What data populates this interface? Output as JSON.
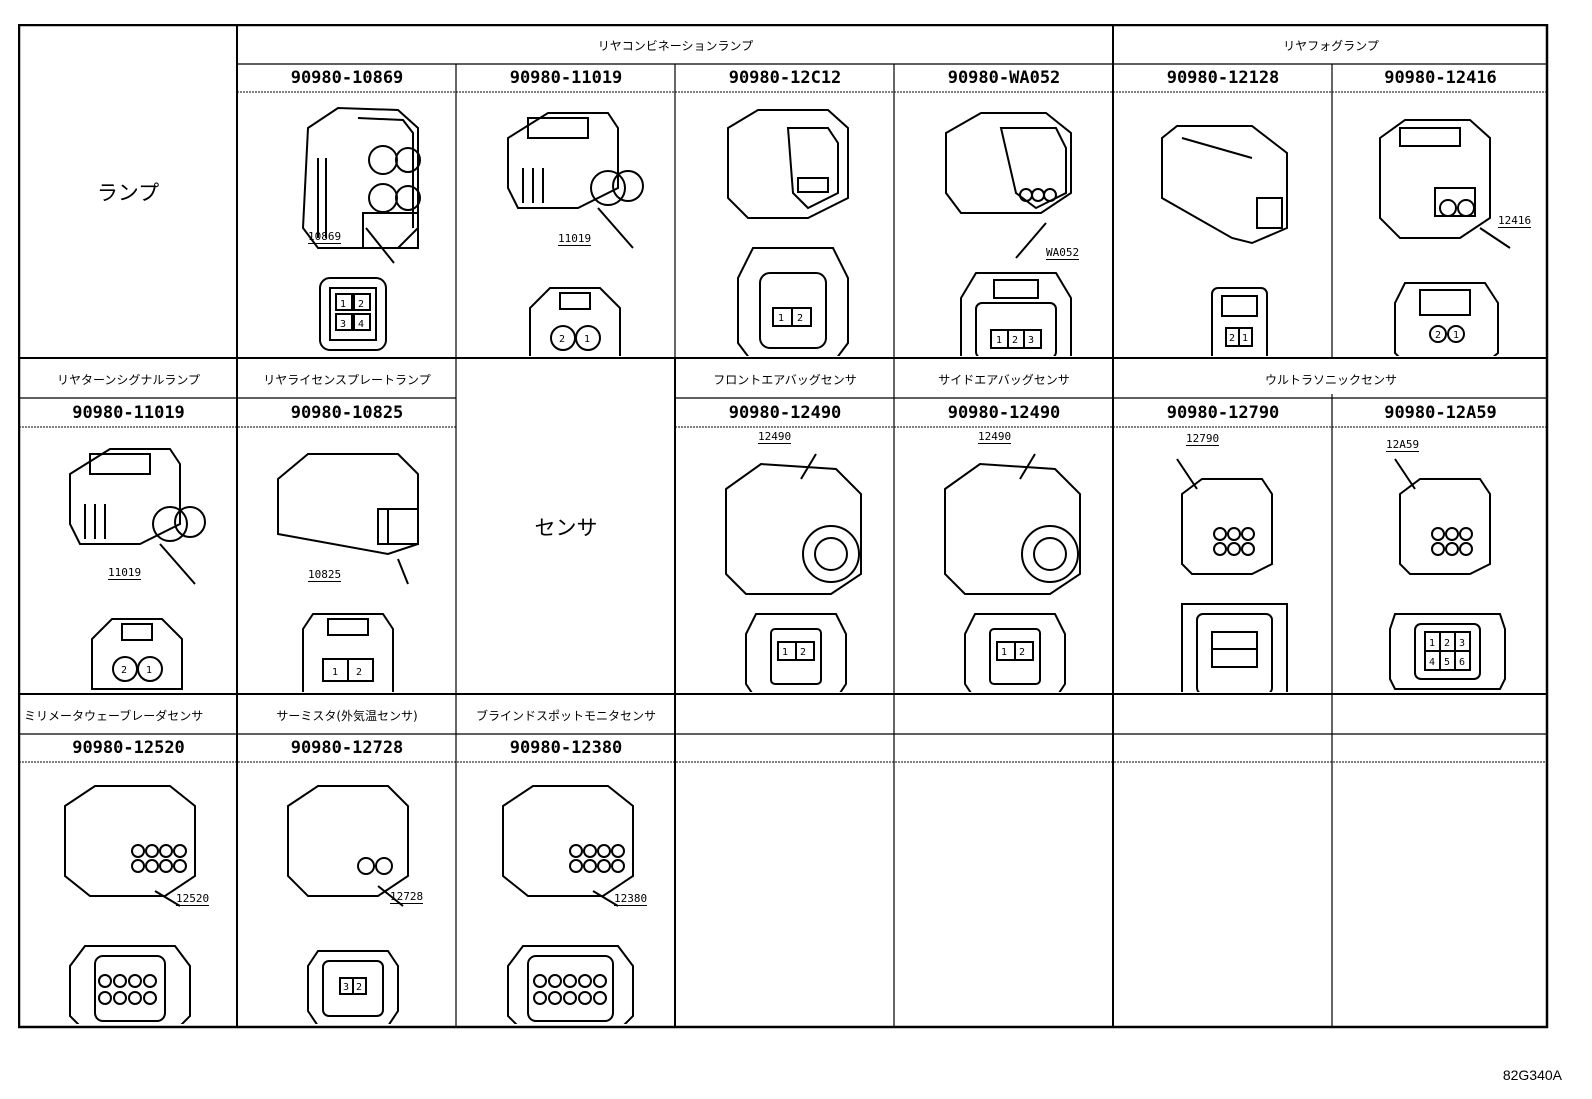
{
  "categories": {
    "lamp": "ランプ",
    "sensor": "センサ"
  },
  "row1": {
    "group_rear_combination": "リヤコンビネーションランプ",
    "group_rear_fog": "リヤフォグランプ",
    "parts": [
      "90980-10869",
      "90980-11019",
      "90980-12C12",
      "90980-WA052",
      "90980-12128",
      "90980-12416"
    ],
    "callouts": [
      "10869",
      "11019",
      "",
      "WA052",
      "",
      "12416"
    ]
  },
  "row2": {
    "labels": [
      "リヤターンシグナルランプ",
      "リヤライセンスプレートランプ",
      "フロントエアバッグセンサ",
      "サイドエアバッグセンサ",
      "ウルトラソニックセンサ"
    ],
    "parts": [
      "90980-11019",
      "90980-10825",
      "90980-12490",
      "90980-12490",
      "90980-12790",
      "90980-12A59"
    ],
    "callouts": [
      "11019",
      "10825",
      "12490",
      "12490",
      "12790",
      "12A59"
    ]
  },
  "row3": {
    "labels": [
      "ミリメータウェーブレーダセンサ",
      "サーミスタ(外気温センサ)",
      "ブラインドスポットモニタセンサ"
    ],
    "parts": [
      "90980-12520",
      "90980-12728",
      "90980-12380"
    ],
    "callouts": [
      "12520",
      "12728",
      "12380"
    ]
  },
  "figure_code": "82G340A"
}
